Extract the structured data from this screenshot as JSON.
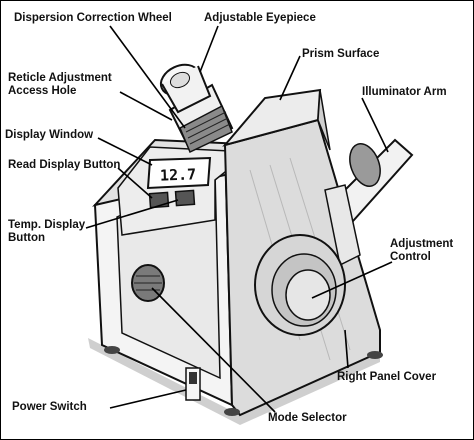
{
  "labels": {
    "dispersion_wheel": "Dispersion Correction Wheel",
    "adjustable_eyepiece": "Adjustable Eyepiece",
    "prism_surface": "Prism Surface",
    "illuminator_arm": "Illuminator Arm",
    "reticle_line1": "Reticle Adjustment",
    "reticle_line2": "Access Hole",
    "display_window": "Display Window",
    "read_display_button": "Read Display Button",
    "temp_line1": "Temp. Display",
    "temp_line2": "Button",
    "adjustment_line1": "Adjustment",
    "adjustment_line2": "Control",
    "right_panel_cover": "Right Panel Cover",
    "power_switch": "Power Switch",
    "mode_selector": "Mode Selector"
  },
  "display": {
    "reading": "12.7"
  }
}
